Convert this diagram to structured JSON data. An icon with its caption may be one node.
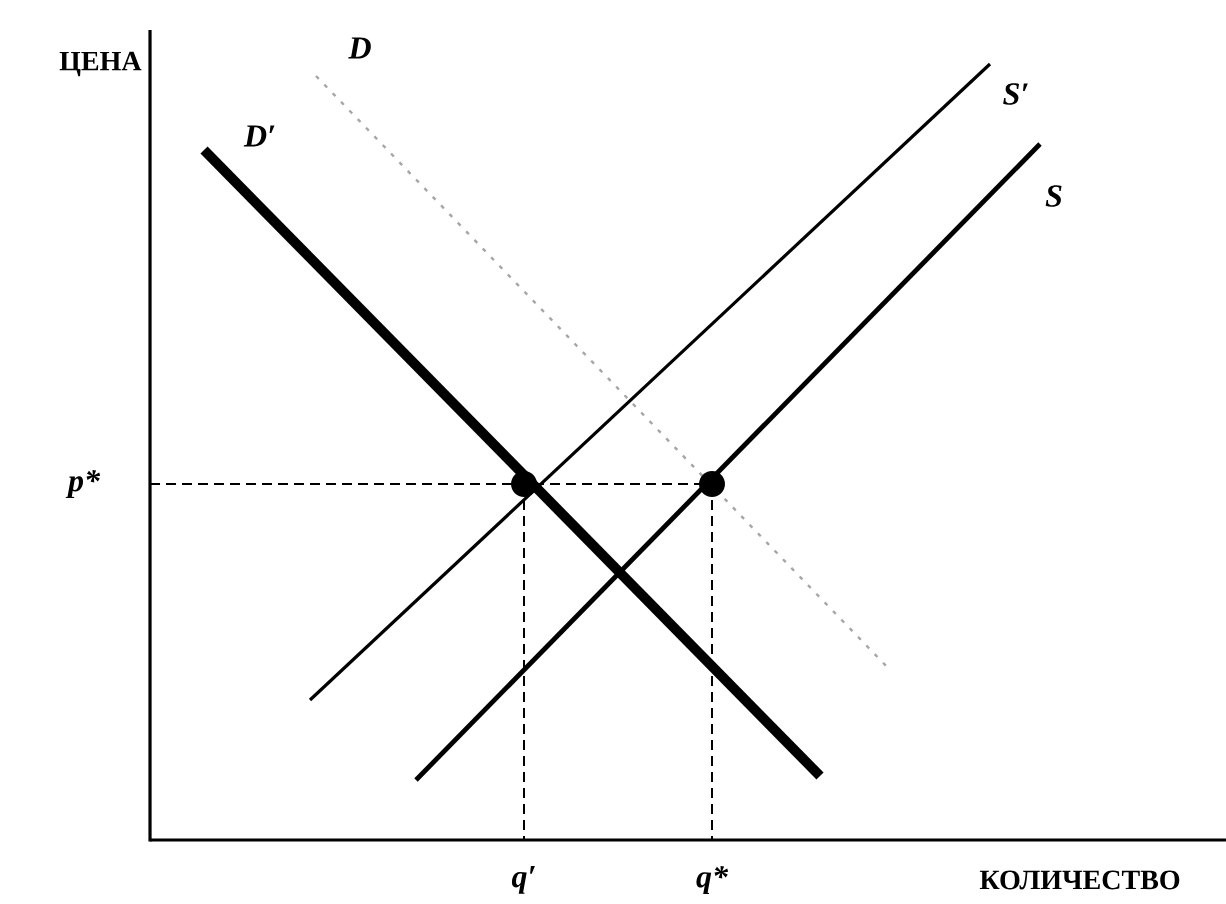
{
  "diagram": {
    "labels": [
      "ЦЕНА",
      "D",
      "D′",
      "S′",
      "S",
      "p*",
      "q′",
      "q*",
      "КОЛИЧЕСТВО"
    ]
  }
}
